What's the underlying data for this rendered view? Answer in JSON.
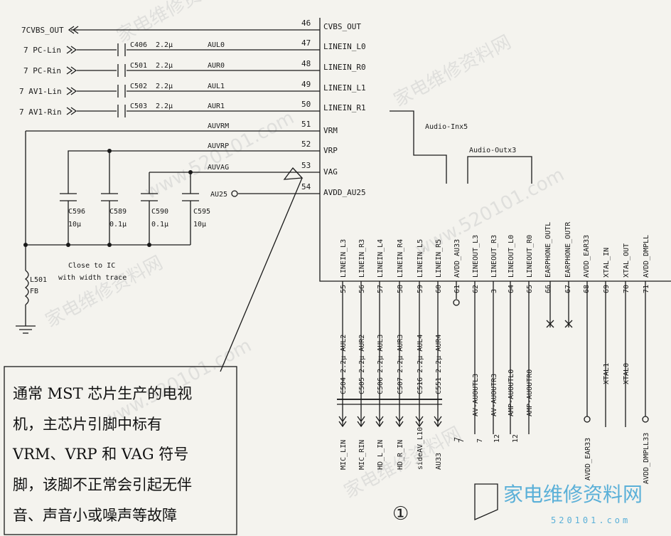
{
  "ic_pins_left": [
    {
      "num": "46",
      "name": "CVBS_OUT"
    },
    {
      "num": "47",
      "name": "LINEIN_L0"
    },
    {
      "num": "48",
      "name": "LINEIN_R0"
    },
    {
      "num": "49",
      "name": "LINEIN_L1"
    },
    {
      "num": "50",
      "name": "LINEIN_R1"
    },
    {
      "num": "51",
      "name": "VRM"
    },
    {
      "num": "52",
      "name": "VRP"
    },
    {
      "num": "53",
      "name": "VAG"
    },
    {
      "num": "54",
      "name": "AVDD_AU25"
    }
  ],
  "left_ports": [
    {
      "label": "7CVBS_OUT"
    },
    {
      "label": "7 PC-Lin"
    },
    {
      "label": "7 PC-Rin"
    },
    {
      "label": "7 AV1-Lin"
    },
    {
      "label": "7 AV1-Rin"
    }
  ],
  "coupling_caps": [
    {
      "ref": "C406",
      "value": "2.2µ",
      "net": "AUL0"
    },
    {
      "ref": "C501",
      "value": "2.2µ",
      "net": "AUR0"
    },
    {
      "ref": "C502",
      "value": "2.2µ",
      "net": "AUL1"
    },
    {
      "ref": "C503",
      "value": "2.2µ",
      "net": "AUR1"
    }
  ],
  "ref_nets": {
    "vrm": "AUVRM",
    "vrp": "AUVRP",
    "vag": "AUVAG",
    "au25": "AU25"
  },
  "filter_caps": [
    {
      "ref": "C596",
      "value": "10µ"
    },
    {
      "ref": "C589",
      "value": "0.1µ"
    },
    {
      "ref": "C590",
      "value": "0.1µ"
    },
    {
      "ref": "C595",
      "value": "10µ"
    }
  ],
  "inductor": {
    "ref": "L501",
    "value": "FB"
  },
  "close_note": [
    "Close to IC",
    "with width trace"
  ],
  "groups": {
    "inx5": "Audio-Inx5",
    "outx3": "Audio-Outx3"
  },
  "ic_pins_bottom": [
    {
      "num": "55",
      "name": "LINEIN_L3"
    },
    {
      "num": "56",
      "name": "LINEIN_R3"
    },
    {
      "num": "57",
      "name": "LINEIN_L4"
    },
    {
      "num": "58",
      "name": "LINEIN_R4"
    },
    {
      "num": "59",
      "name": "LINEIN_L5"
    },
    {
      "num": "60",
      "name": "LINEIN_R5"
    },
    {
      "num": "61",
      "name": "AVDD_AU33"
    },
    {
      "num": "62",
      "name": "LINEOUT_L3"
    },
    {
      "num": "3",
      "name": "LINEOUT_R3"
    },
    {
      "num": "64",
      "name": "LINEOUT_L0"
    },
    {
      "num": "65",
      "name": "LINEOUT_R0"
    },
    {
      "num": "66",
      "name": "EARPHONE_OUTL"
    },
    {
      "num": "67",
      "name": "EARPHONE_OUTR"
    },
    {
      "num": "68",
      "name": "AVDD_EAR33"
    },
    {
      "num": "69",
      "name": "XTAL_IN"
    },
    {
      "num": "70",
      "name": "XTAL_OUT"
    },
    {
      "num": "71",
      "name": "AVDD_DMPLL"
    }
  ],
  "bottom_caps": [
    {
      "label": "C504 2.2µ AUL2"
    },
    {
      "label": "C505 2.2µ AUR2"
    },
    {
      "label": "C506 2.2µ AUL3"
    },
    {
      "label": "C507 2.2µ AUR3"
    },
    {
      "label": "C516 2.2µ AUL4"
    },
    {
      "label": "C551 2.2µ AUR4"
    }
  ],
  "bottom_ports": [
    {
      "label": "MIC_LIN"
    },
    {
      "label": "MIC_RIN"
    },
    {
      "label": "HD_L_IN"
    },
    {
      "label": "HD_R_IN"
    },
    {
      "label": "sideAV_L10"
    },
    {
      "label": "AU33"
    }
  ],
  "bottom_nets": [
    {
      "ref": "7",
      "label": "AV-AUOUTL3"
    },
    {
      "ref": "7",
      "label": "AV-AUOUTR3"
    },
    {
      "ref": "12",
      "label": "AMP-AUOUTL0"
    },
    {
      "ref": "12",
      "label": "AMP-AUOUTR0"
    }
  ],
  "bottom_misc": {
    "ear33": "AVDD_EAR33",
    "xtal1": "XTAL1",
    "xtal0": "XTAL0",
    "dmpll33": "AVDD_DMPLL33"
  },
  "note_lines": [
    "通常 MST 芯片生产的电视",
    "机，主芯片引脚中标有",
    "VRM、VRP 和 VAG 符号",
    "脚，该脚不正常会引起无伴",
    "音、声音小或噪声等故障"
  ],
  "figure_number": "①",
  "watermark": {
    "text": "家电维修资料网",
    "url": "www.520101.com"
  },
  "brand": {
    "name": "家电维修资料网",
    "url": "520101.com",
    "color": "#5bb0d8"
  }
}
